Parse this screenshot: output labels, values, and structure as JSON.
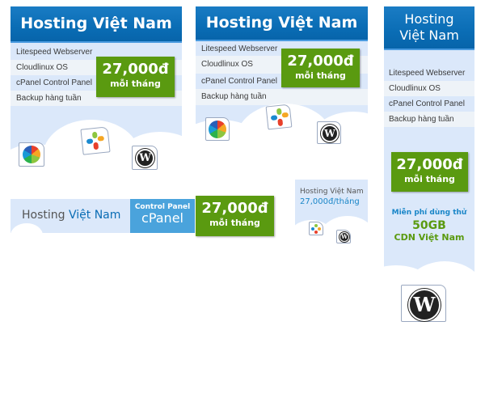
{
  "brand": "Hosting Việt Nam",
  "brand_parts": [
    "Hosting",
    "Việt Nam"
  ],
  "features": [
    "Litespeed Webserver",
    "Cloudlinux OS",
    "cPanel Control Panel",
    "Backup hàng tuần"
  ],
  "price": {
    "amount": "27,000đ",
    "period": "mỗi tháng",
    "inline": "27,000đ/tháng"
  },
  "cpanel": {
    "subtitle": "Control Panel",
    "title": "cPanel"
  },
  "promo": {
    "line1": "Miễn phí dùng thử",
    "line2": "50GB",
    "line3": "CDN Việt Nam"
  },
  "icons": [
    "alfresco-icon",
    "joomla-icon",
    "wordpress-icon"
  ],
  "colors": {
    "header_blue": "#0a6db5",
    "price_green": "#5a9a10",
    "sky": "#dbe8fa",
    "promo_blue": "#1a86c8",
    "promo_green": "#5a9a10",
    "cpanel_blue": "#4aa3dc"
  }
}
